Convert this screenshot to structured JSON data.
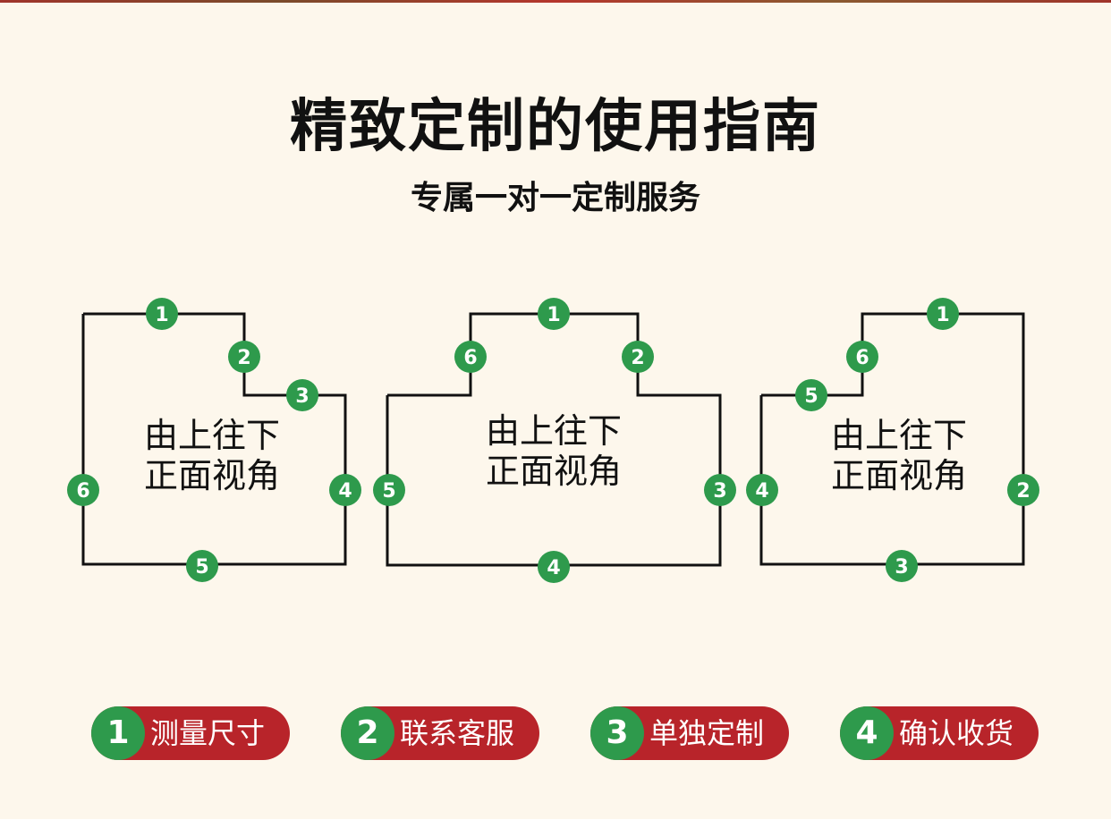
{
  "header": {
    "title": "精致定制的使用指南",
    "subtitle": "专属一对一定制服务"
  },
  "diagrams": [
    {
      "text_line1": "由上往下",
      "text_line2": "正面视角",
      "markers": [
        "1",
        "2",
        "3",
        "4",
        "5",
        "6"
      ]
    },
    {
      "text_line1": "由上往下",
      "text_line2": "正面视角",
      "markers": [
        "1",
        "2",
        "3",
        "4",
        "5",
        "6"
      ]
    },
    {
      "text_line1": "由上往下",
      "text_line2": "正面视角",
      "markers": [
        "1",
        "2",
        "3",
        "4",
        "5",
        "6"
      ]
    }
  ],
  "steps": [
    {
      "number": "1",
      "label": "测量尺寸"
    },
    {
      "number": "2",
      "label": "联系客服"
    },
    {
      "number": "3",
      "label": "单独定制"
    },
    {
      "number": "4",
      "label": "确认收货"
    }
  ],
  "colors": {
    "background": "#fdf7ec",
    "marker_green": "#2e9a4c",
    "step_red": "#b8242a",
    "line": "#111111"
  }
}
